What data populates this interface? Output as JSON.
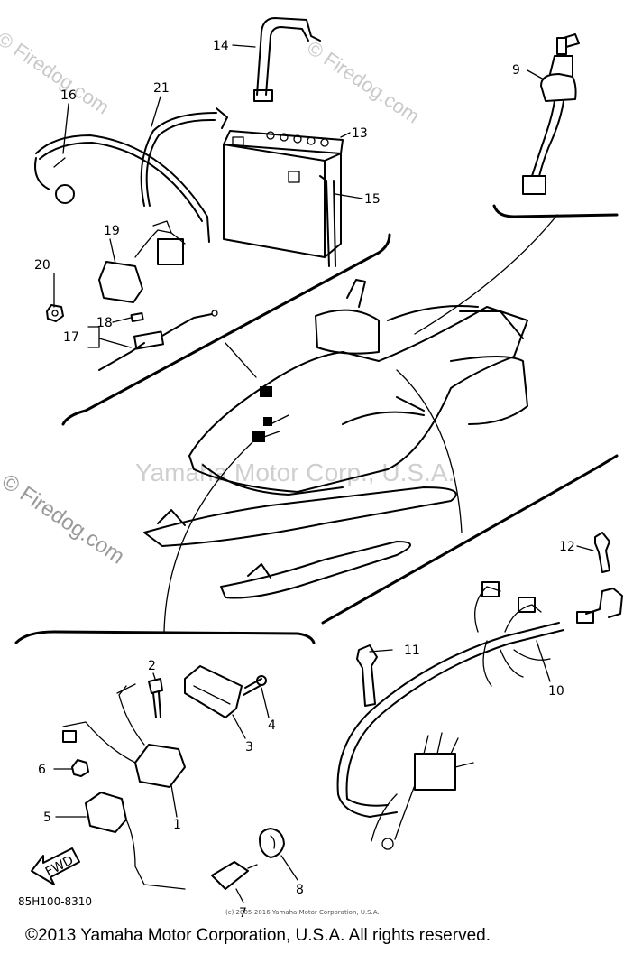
{
  "watermarks": {
    "top_left": "© Firedog.com",
    "top_right": "© Firedog.com",
    "middle_left": "© Firedog.com",
    "center": "Yamaha Motor Corp., U.S.A."
  },
  "part_code": "85H100-8310",
  "tiny_copyright": "(c) 2005-2016 Yamaha Motor Corporation, U.S.A.",
  "footer": "©2013 Yamaha Motor Corporation, U.S.A. All rights reserved.",
  "callouts": {
    "c1": "1",
    "c2": "2",
    "c3": "3",
    "c4": "4",
    "c5": "5",
    "c6": "6",
    "c7": "7",
    "c8": "8",
    "c9": "9",
    "c10": "10",
    "c11": "11",
    "c12": "12",
    "c13": "13",
    "c14": "14",
    "c15": "15",
    "c16": "16",
    "c17": "17",
    "c18": "18",
    "c19": "19",
    "c20": "20",
    "c21": "21"
  },
  "fwd_label": "FWD"
}
